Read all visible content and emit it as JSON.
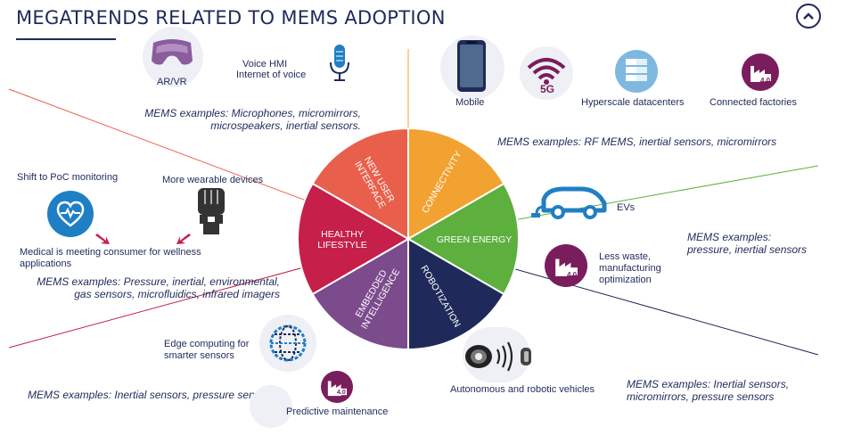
{
  "header": {
    "title": "MEGATRENDS RELATED TO MEMS ADOPTION",
    "scroll_up_icon": "chevron-up-circle-icon"
  },
  "wheel": {
    "segments": [
      {
        "label_lines": [
          "NEW USER",
          "INTERFACE"
        ],
        "color": "#e8604c"
      },
      {
        "label_lines": [
          "CONNECTIVITY"
        ],
        "color": "#f2a231"
      },
      {
        "label_lines": [
          "GREEN ENERGY"
        ],
        "color": "#5daf3e"
      },
      {
        "label_lines": [
          "ROBOTIZATION"
        ],
        "color": "#1f2a5a"
      },
      {
        "label_lines": [
          "EMBEDDED",
          "INTELLIGENCE"
        ],
        "color": "#7b4b8c"
      },
      {
        "label_lines": [
          "HEALTHY",
          "LIFESTYLE"
        ],
        "color": "#c51f4a"
      }
    ]
  },
  "user_interface": {
    "arvr_label": "AR/VR",
    "voice_label_1": "Voice HMI",
    "voice_label_2": "Internet of voice",
    "mems_line_1": "MEMS examples: Microphones, micromirrors,",
    "mems_line_2": "microspeakers, inertial sensors."
  },
  "connectivity": {
    "mobile_label": "Mobile",
    "fiveg_badge": "5G",
    "datacenter_label": "Hyperscale datacenters",
    "factories_label": "Connected factories",
    "factory_badge": "4.0",
    "mems_line": "MEMS examples: RF MEMS, inertial sensors, micromirrors"
  },
  "green_energy": {
    "evs_label": "EVs",
    "waste_label_1": "Less waste,",
    "waste_label_2": "manufacturing",
    "waste_label_3": "optimization",
    "factory_badge": "4.0",
    "mems_line_1": "MEMS examples:",
    "mems_line_2": "pressure, inertial sensors"
  },
  "healthy_lifestyle": {
    "poc_label": "Shift to PoC monitoring",
    "wearable_label": "More wearable devices",
    "medical_label_1": "Medical is meeting consumer for wellness",
    "medical_label_2": "applications",
    "mems_line_1": "MEMS examples: Pressure, inertial, environmental,",
    "mems_line_2": "gas sensors, microfluidics, infrared imagers"
  },
  "embedded_intelligence": {
    "edge_label_1": "Edge computing for",
    "edge_label_2": "smarter sensors",
    "mems_line": "MEMS examples: Inertial sensors, pressure sensors",
    "predictive_label": "Predictive maintenance",
    "factory_badge": "4.0"
  },
  "robotization": {
    "vehicles_label": "Autonomous and robotic vehicles",
    "mems_line_1": "MEMS examples: Inertial sensors,",
    "mems_line_2": "micromirrors, pressure sensors"
  },
  "colors": {
    "navy": "#1f2a5a",
    "purple_badge": "#7a1d5c",
    "icon_blue": "#1f7fc4"
  }
}
